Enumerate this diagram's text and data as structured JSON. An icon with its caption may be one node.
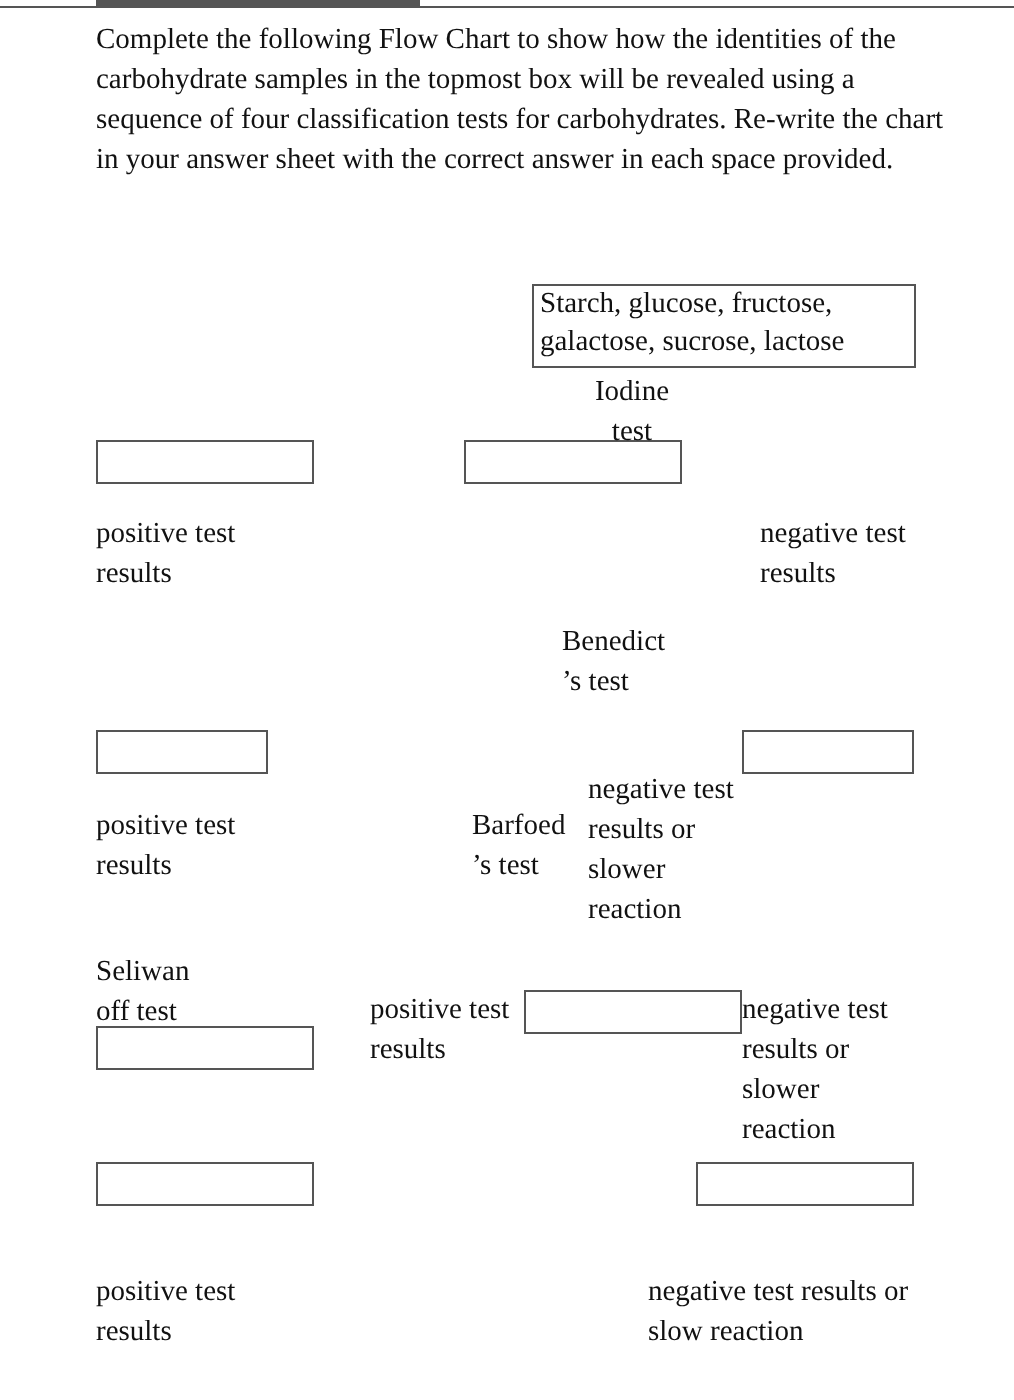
{
  "diagram": {
    "nodes": [
      {
        "text": [
          "Starch, glucose, fructose, galactose, sucrose, lactose"
        ]
      },
      {
        "text": [],
        "shape": "box"
      },
      {
        "text": [],
        "shape": "box"
      },
      {
        "text": [],
        "shape": "box"
      },
      {
        "text": [],
        "shape": "box"
      },
      {
        "text": [],
        "shape": "box"
      },
      {
        "text": [],
        "shape": "box"
      },
      {
        "text": [],
        "shape": "box"
      },
      {
        "text": [],
        "shape": "box"
      }
    ],
    "edges": [],
    "labels": [
      "Complete the following Flow Chart to show how the identities of the carbohydrate samples in the topmost box will be revealed using a sequence of four classification tests for carbohydrates. Re-write the chart in your answer sheet with the correct answer in each space provided.",
      "Iodine test",
      "positive test results",
      "negative test results",
      "Benedict ’s test",
      "negative test results or slower reaction",
      "positive test results",
      "Barfoed ’s test",
      "Seliwan off test",
      "positive test results",
      "negative test results or slower reaction",
      "positive test results",
      "negative test results or slow reaction"
    ]
  }
}
